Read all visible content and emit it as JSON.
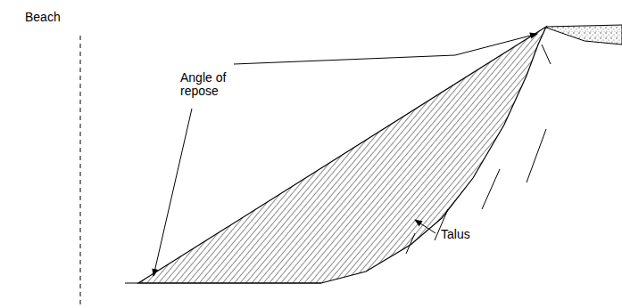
{
  "diagram": {
    "labels": [
      "Beach",
      "Angle of repose",
      "Talus"
    ]
  }
}
